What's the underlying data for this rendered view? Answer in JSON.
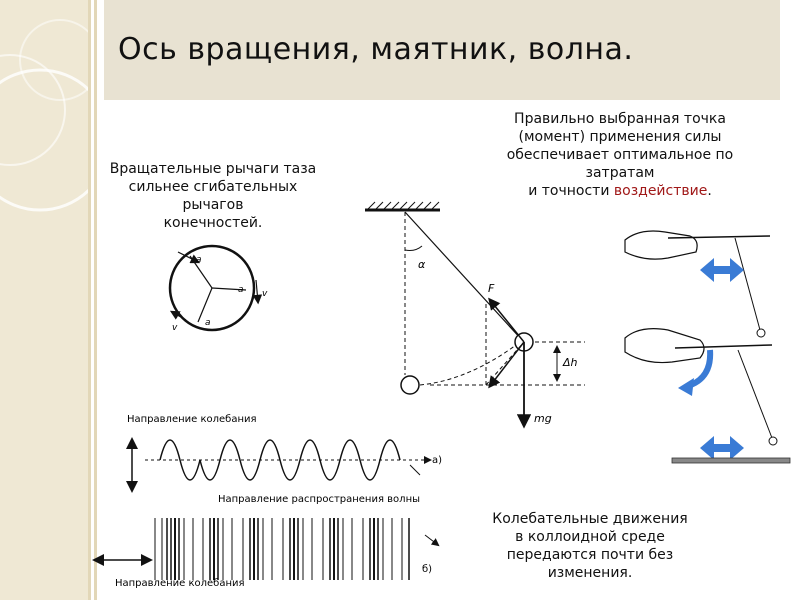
{
  "slide": {
    "title": "Ось вращения, маятник, волна."
  },
  "text_left": {
    "line1": "Вращательные рычаги таза",
    "line2": "сильнее сгибательных",
    "line3": "рычагов",
    "line4": "конечностей."
  },
  "text_right_top": {
    "line1": "Правильно выбранная точка",
    "line2": "(момент) применения силы",
    "line3": "обеспечивает оптимальное по",
    "line4": "затратам",
    "line5_prefix": "и точности ",
    "line5_highlight": "воздействие",
    "line5_suffix": "."
  },
  "text_right_bottom": {
    "line1": "Колебательные движения",
    "line2": "в коллоидной среде",
    "line3": "передаются почти без",
    "line4": "изменения."
  },
  "wave_figure": {
    "label_oscillation_top": "Направление колебания",
    "label_propagation": "Направление распространения волны",
    "label_oscillation_bottom": "Направление колебания",
    "label_a": "а)",
    "label_b": "б)"
  },
  "pendulum_figure": {
    "label_alpha": "α",
    "label_force": "F",
    "label_height": "Δh",
    "label_weight": "mg"
  },
  "circle_figure": {
    "label_a": "a",
    "label_v": "v"
  },
  "colors": {
    "highlight_red": "#a01818",
    "arrow_blue": "#3a7bd5",
    "title_band": "#e8e2d2",
    "side_deco": "#efe8d4"
  }
}
